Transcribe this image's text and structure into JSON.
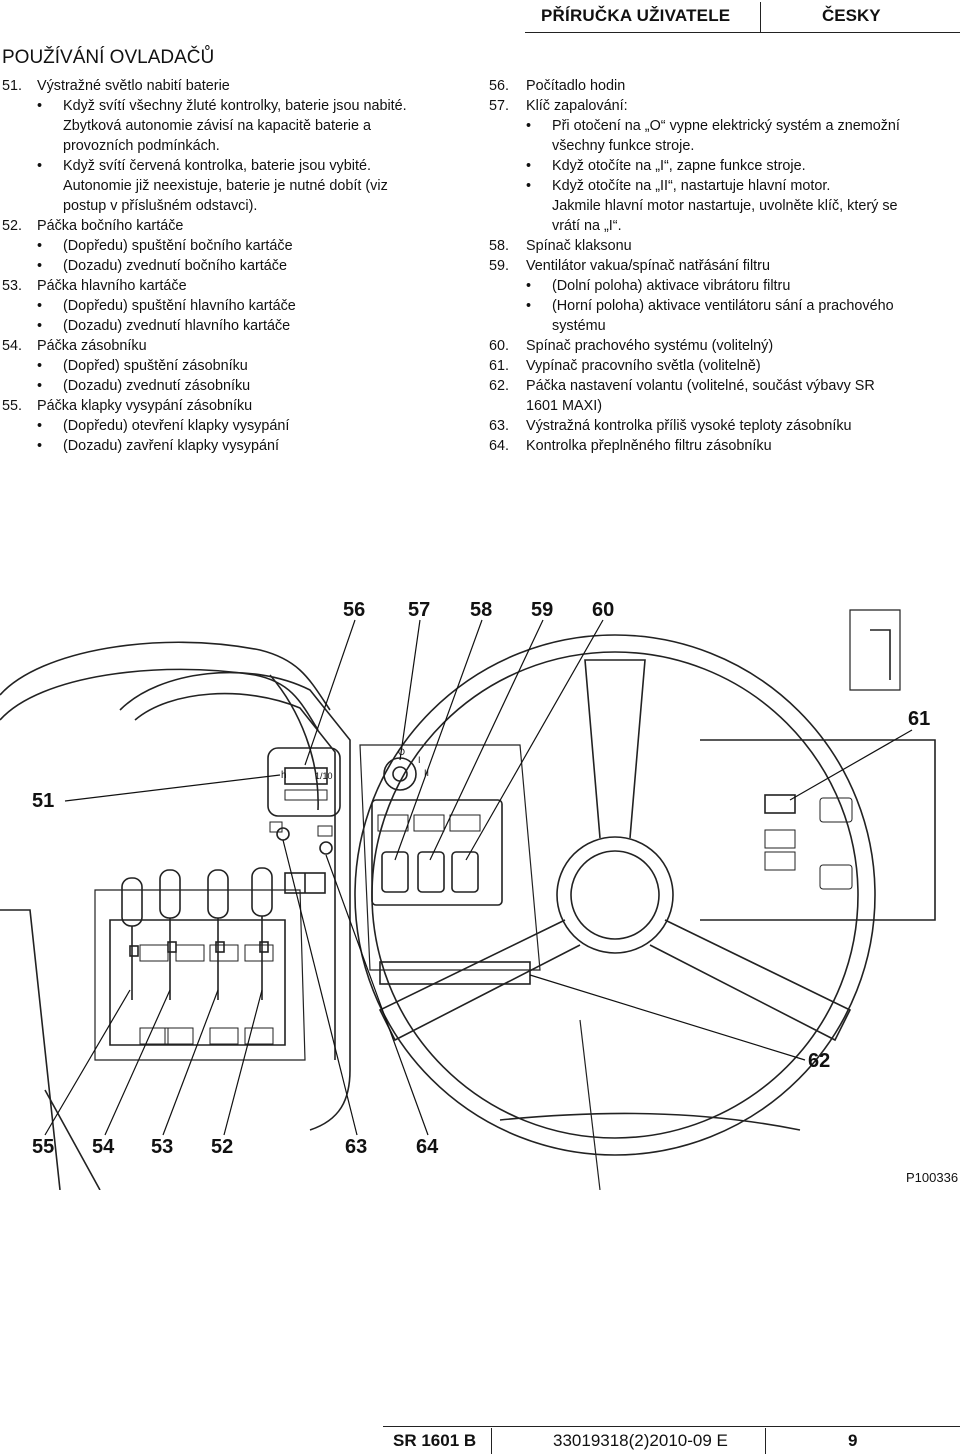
{
  "header": {
    "title": "PŘÍRUČKA UŽIVATELE",
    "language": "ČESKY"
  },
  "section_title": "POUŽÍVÁNÍ OVLADAČŮ",
  "left_column": [
    {
      "num": "51.",
      "text": "Výstražné světlo nabití baterie",
      "bullets": [
        {
          "text": "Když svítí všechny žluté kontrolky, baterie jsou nabité.",
          "cont": [
            "Zbytková autonomie závisí na kapacitě baterie a",
            "provozních podmínkách."
          ]
        },
        {
          "text": "Když svítí červená kontrolka, baterie jsou vybité.",
          "cont": [
            "Autonomie již neexistuje, baterie je nutné dobít (viz",
            "postup v příslušném odstavci)."
          ]
        }
      ]
    },
    {
      "num": "52.",
      "text": "Páčka bočního kartáče",
      "bullets": [
        {
          "text": "(Dopředu) spuštění bočního kartáče",
          "cont": []
        },
        {
          "text": "(Dozadu) zvednutí bočního kartáče",
          "cont": []
        }
      ]
    },
    {
      "num": "53.",
      "text": "Páčka hlavního kartáče",
      "bullets": [
        {
          "text": "(Dopředu) spuštění hlavního kartáče",
          "cont": []
        },
        {
          "text": "(Dozadu) zvednutí hlavního kartáče",
          "cont": []
        }
      ]
    },
    {
      "num": "54.",
      "text": "Páčka zásobníku",
      "bullets": [
        {
          "text": "(Dopřed) spuštění zásobníku",
          "cont": []
        },
        {
          "text": "(Dozadu) zvednutí zásobníku",
          "cont": []
        }
      ]
    },
    {
      "num": "55.",
      "text": "Páčka klapky vysypání zásobníku",
      "bullets": [
        {
          "text": "(Dopředu) otevření klapky vysypání",
          "cont": []
        },
        {
          "text": "(Dozadu) zavření klapky vysypání",
          "cont": []
        }
      ]
    }
  ],
  "right_column": [
    {
      "num": "56.",
      "text": "Počítadlo hodin",
      "bullets": []
    },
    {
      "num": "57.",
      "text": "Klíč zapalování:",
      "bullets": [
        {
          "text": "Při otočení na „O“ vypne elektrický systém a znemožní",
          "cont": [
            "všechny funkce stroje."
          ]
        },
        {
          "text": "Když otočíte na „I“, zapne funkce stroje.",
          "cont": []
        },
        {
          "text": "Když otočíte na „II“, nastartuje hlavní motor.",
          "cont": [
            "Jakmile hlavní motor nastartuje, uvolněte klíč, který se",
            "vrátí na „I“."
          ]
        }
      ]
    },
    {
      "num": "58.",
      "text": "Spínač klaksonu",
      "bullets": []
    },
    {
      "num": "59.",
      "text": "Ventilátor vakua/spínač natřásání filtru",
      "bullets": [
        {
          "text": "(Dolní poloha) aktivace vibrátoru filtru",
          "cont": []
        },
        {
          "text": "(Horní poloha) aktivace ventilátoru sání a prachového",
          "cont": [
            "systému"
          ]
        }
      ]
    },
    {
      "num": "60.",
      "text": "Spínač prachového systému (volitelný)",
      "bullets": []
    },
    {
      "num": "61.",
      "text": "Vypínač pracovního světla (volitelně)",
      "bullets": []
    },
    {
      "num": "62.",
      "text": "Páčka nastavení volantu (volitelné, součást výbavy SR",
      "cont": [
        "1601 MAXI)"
      ],
      "bullets": []
    },
    {
      "num": "63.",
      "text": "Výstražná kontrolka příliš vysoké teploty zásobníku",
      "bullets": []
    },
    {
      "num": "64.",
      "text": "Kontrolka přeplněného filtru zásobníku",
      "bullets": []
    }
  ],
  "figure": {
    "callouts_top": [
      "56",
      "57",
      "58",
      "59",
      "60"
    ],
    "callout_61": "61",
    "callout_51": "51",
    "callout_62": "62",
    "callouts_bottom": [
      "55",
      "54",
      "53",
      "52",
      "63",
      "64"
    ],
    "code": "P100336",
    "meter_labels": {
      "h": "h",
      "tenth": "1/10"
    },
    "key_positions": {
      "off": "O",
      "one": "I",
      "two": "II"
    }
  },
  "footer": {
    "model": "SR 1601 B",
    "code": "33019318(2)2010-09 E",
    "page": "9"
  }
}
